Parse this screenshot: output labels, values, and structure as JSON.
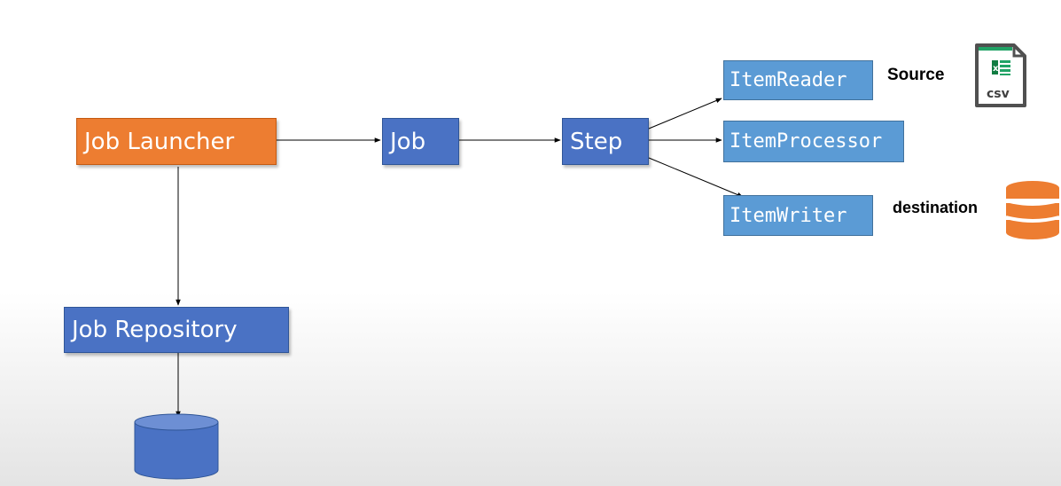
{
  "nodes": {
    "job_launcher": "Job Launcher",
    "job": "Job",
    "step": "Step",
    "item_reader": "ItemReader",
    "item_processor": "ItemProcessor",
    "item_writer": "ItemWriter",
    "job_repository": "Job Repository"
  },
  "labels": {
    "source": "Source",
    "destination": "destination",
    "csv_icon_text": "csv"
  },
  "icons": {
    "csv": "csv-file-icon",
    "destination_db": "database-icon",
    "repository_db": "database-icon"
  },
  "colors": {
    "launcher": "#ed7d31",
    "job_step_repo": "#4a72c4",
    "items": "#5b9bd5",
    "db_blue": "#4a72c4",
    "db_orange": "#ed7d31",
    "excel_green": "#21a366"
  }
}
